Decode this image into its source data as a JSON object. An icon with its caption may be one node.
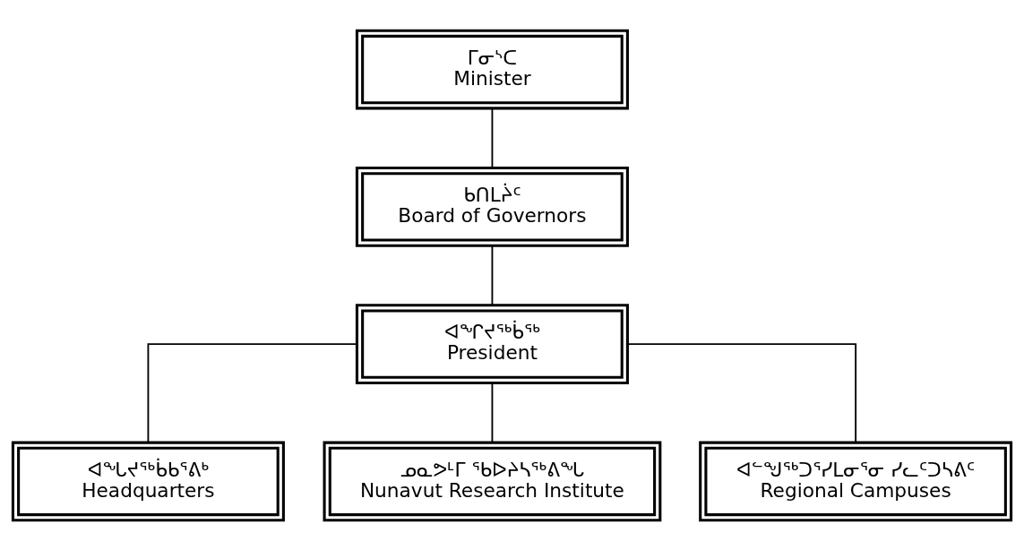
{
  "diagram": {
    "nodes": [
      {
        "text": [
          "ᒥᓂᔅᑕ Minister"
        ]
      },
      {
        "text": [
          "ᑲᑎᒪᔩᑦ Board of Governors"
        ]
      },
      {
        "text": [
          "ᐊᖏᔪᖅᑳᖅ President"
        ]
      },
      {
        "text": [
          "ᐊᖓᔪᖅᑳᑲᕐᕕᒃ Headquarters"
        ]
      },
      {
        "text": [
          "ᓄᓇᕗᒻᒥ ᖃᐅᔨᓴᖅᕕᖓ Nunavut Research Institute"
        ]
      },
      {
        "text": [
          "ᐊᓪᖑᖅᑐᕐᓯᒪᓂᕐᓂ ᓯᓚᑦᑐᓴᕕᑦ Regional Campuses"
        ]
      }
    ],
    "edges": [
      {
        "from": 0,
        "to": 1,
        "arrow": "none"
      },
      {
        "from": 1,
        "to": 2,
        "arrow": "none"
      },
      {
        "from": 2,
        "to": 3,
        "arrow": "none"
      },
      {
        "from": 2,
        "to": 4,
        "arrow": "none"
      },
      {
        "from": 2,
        "to": 5,
        "arrow": "none"
      }
    ]
  }
}
